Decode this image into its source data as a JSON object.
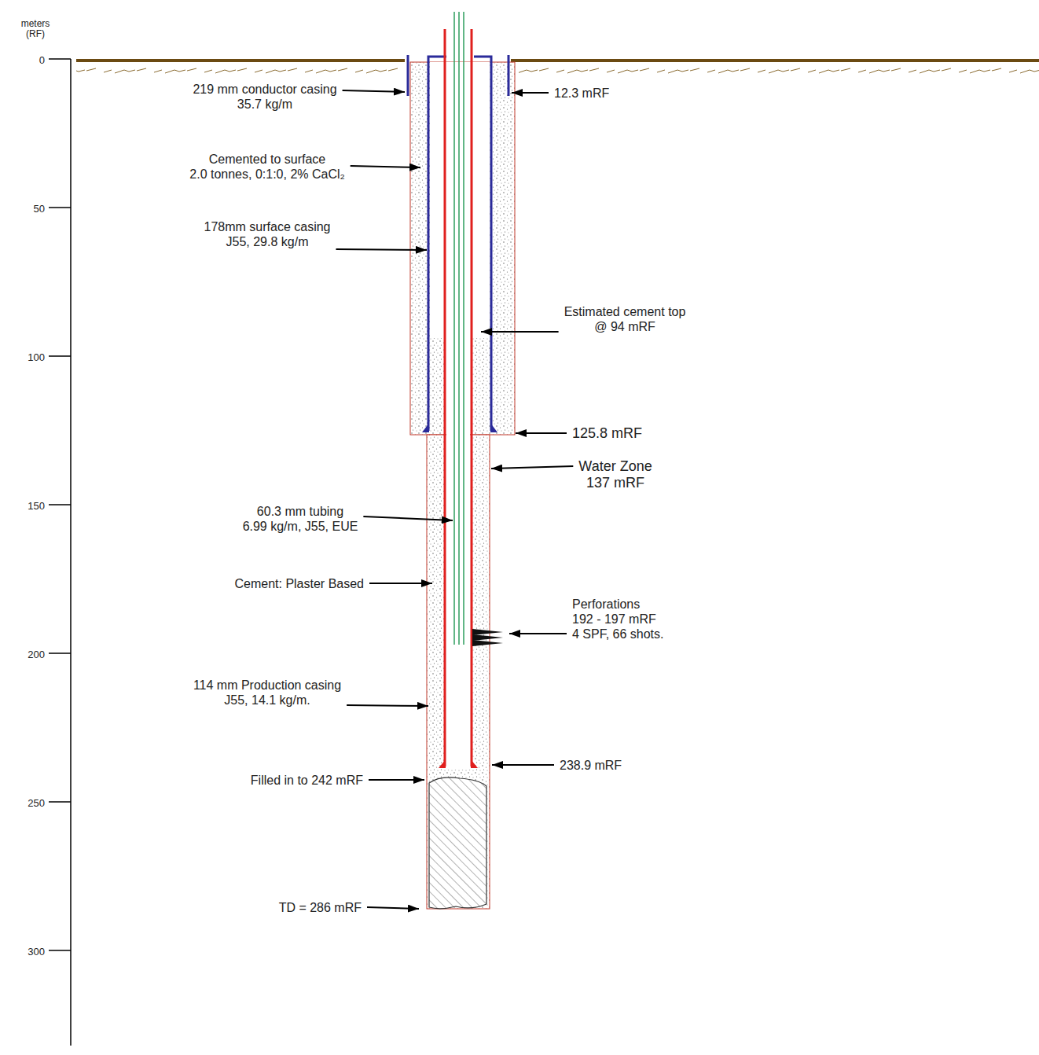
{
  "diagram": {
    "labels": [
      "meters (RF)",
      "0",
      "50",
      "100",
      "150",
      "200",
      "250",
      "300",
      "219 mm conductor casing 35.7 kg/m",
      "12.3 mRF",
      "Cemented to surface 2.0 tonnes, 0:1:0, 2% CaCl₂",
      "178mm surface casing J55, 29.8 kg/m",
      "Estimated cement top @ 94 mRF",
      "125.8 mRF",
      "Water Zone 137 mRF",
      "60.3 mm tubing 6.99 kg/m, J55, EUE",
      "Cement: Plaster Based",
      "Perforations 192 - 197 mRF 4 SPF, 66 shots.",
      "114 mm Production casing J55, 14.1 kg/m.",
      "238.9 mRF",
      "Filled in to 242 mRF",
      "TD = 286 mRF"
    ]
  }
}
